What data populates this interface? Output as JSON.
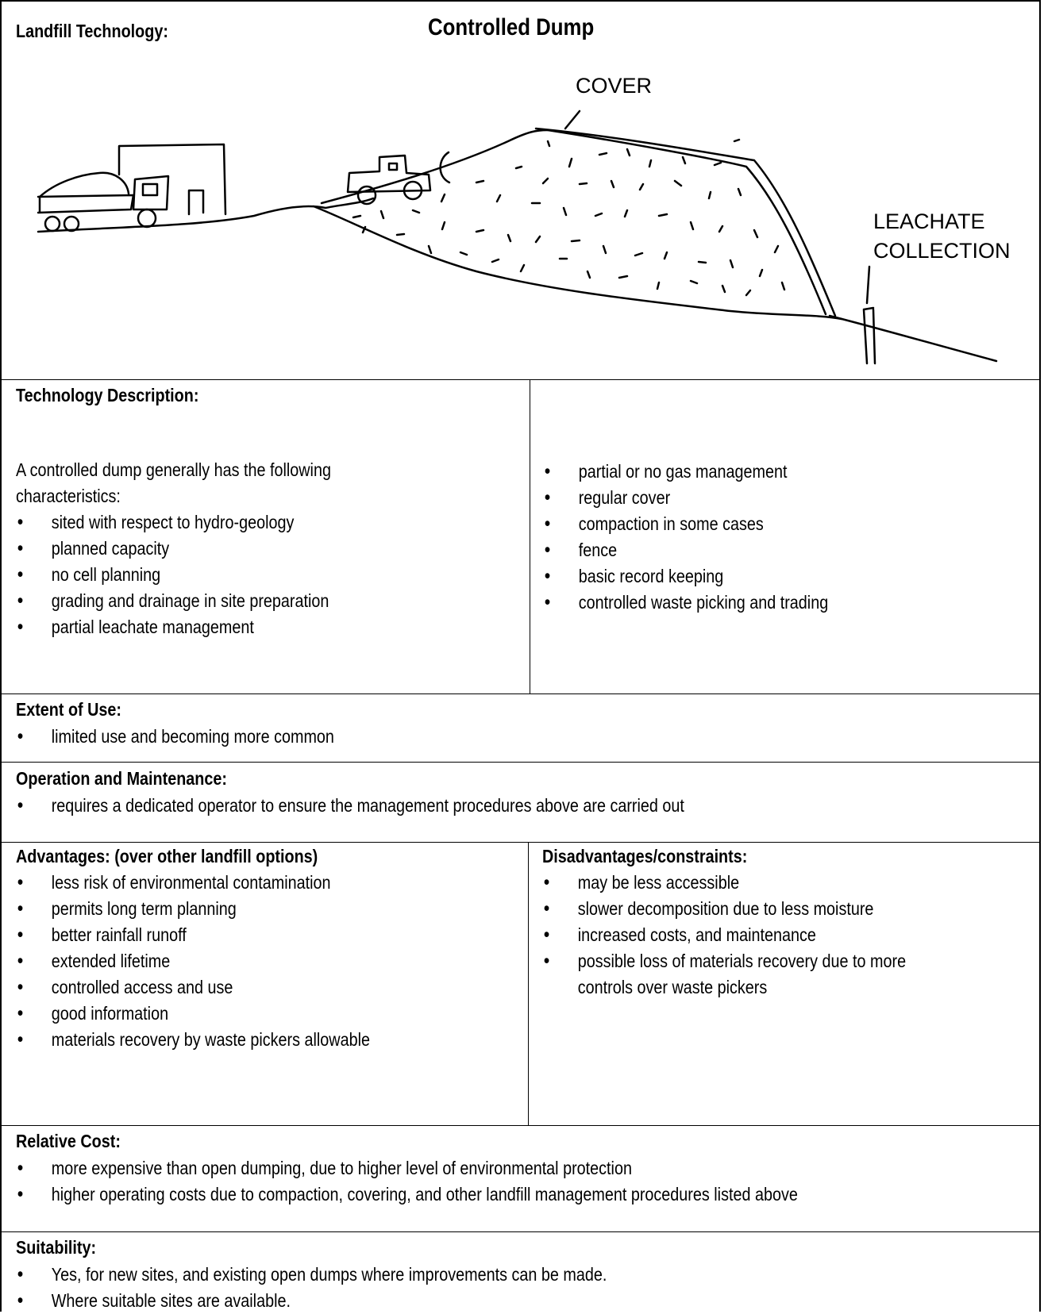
{
  "header": {
    "label": "Landfill Technology:",
    "title": "Controlled Dump"
  },
  "diagram": {
    "label_cover": "COVER",
    "label_leachate_line1": "LEACHATE",
    "label_leachate_line2": "COLLECTION"
  },
  "description": {
    "heading": "Technology Description:",
    "intro_line1": "A controlled dump generally has the following",
    "intro_line2": "characteristics:",
    "left_items": [
      "sited with respect to hydro-geology",
      "planned capacity",
      "no cell planning",
      "grading and drainage in site preparation",
      "partial leachate management"
    ],
    "right_items": [
      "partial or no gas management",
      "regular cover",
      "compaction in some cases",
      "fence",
      "basic record keeping",
      "controlled waste picking and trading"
    ]
  },
  "extent": {
    "heading": "Extent of Use:",
    "items": [
      "limited use and becoming more common"
    ]
  },
  "operation": {
    "heading": "Operation and Maintenance:",
    "items": [
      "requires a dedicated operator to ensure the management procedures above are carried out"
    ]
  },
  "advantages": {
    "heading": "Advantages: (over other landfill options)",
    "items": [
      "less risk of environmental contamination",
      "permits long term planning",
      "better rainfall runoff",
      "extended lifetime",
      "controlled access and use",
      "good information",
      "materials recovery by waste pickers allowable"
    ]
  },
  "disadvantages": {
    "heading": "Disadvantages/constraints:",
    "items": [
      "may be less accessible",
      "slower decomposition due to less moisture",
      "increased costs, and maintenance",
      "possible loss of materials recovery due to more",
      "controls over waste pickers"
    ]
  },
  "cost": {
    "heading": "Relative Cost:",
    "items": [
      "more expensive than open dumping, due to higher level of environmental protection",
      "higher operating costs due to compaction, covering, and other landfill management procedures listed above"
    ]
  },
  "suitability": {
    "heading": "Suitability:",
    "items": [
      "Yes, for new sites, and existing open dumps where improvements can be made.",
      "Where suitable sites are available."
    ]
  }
}
